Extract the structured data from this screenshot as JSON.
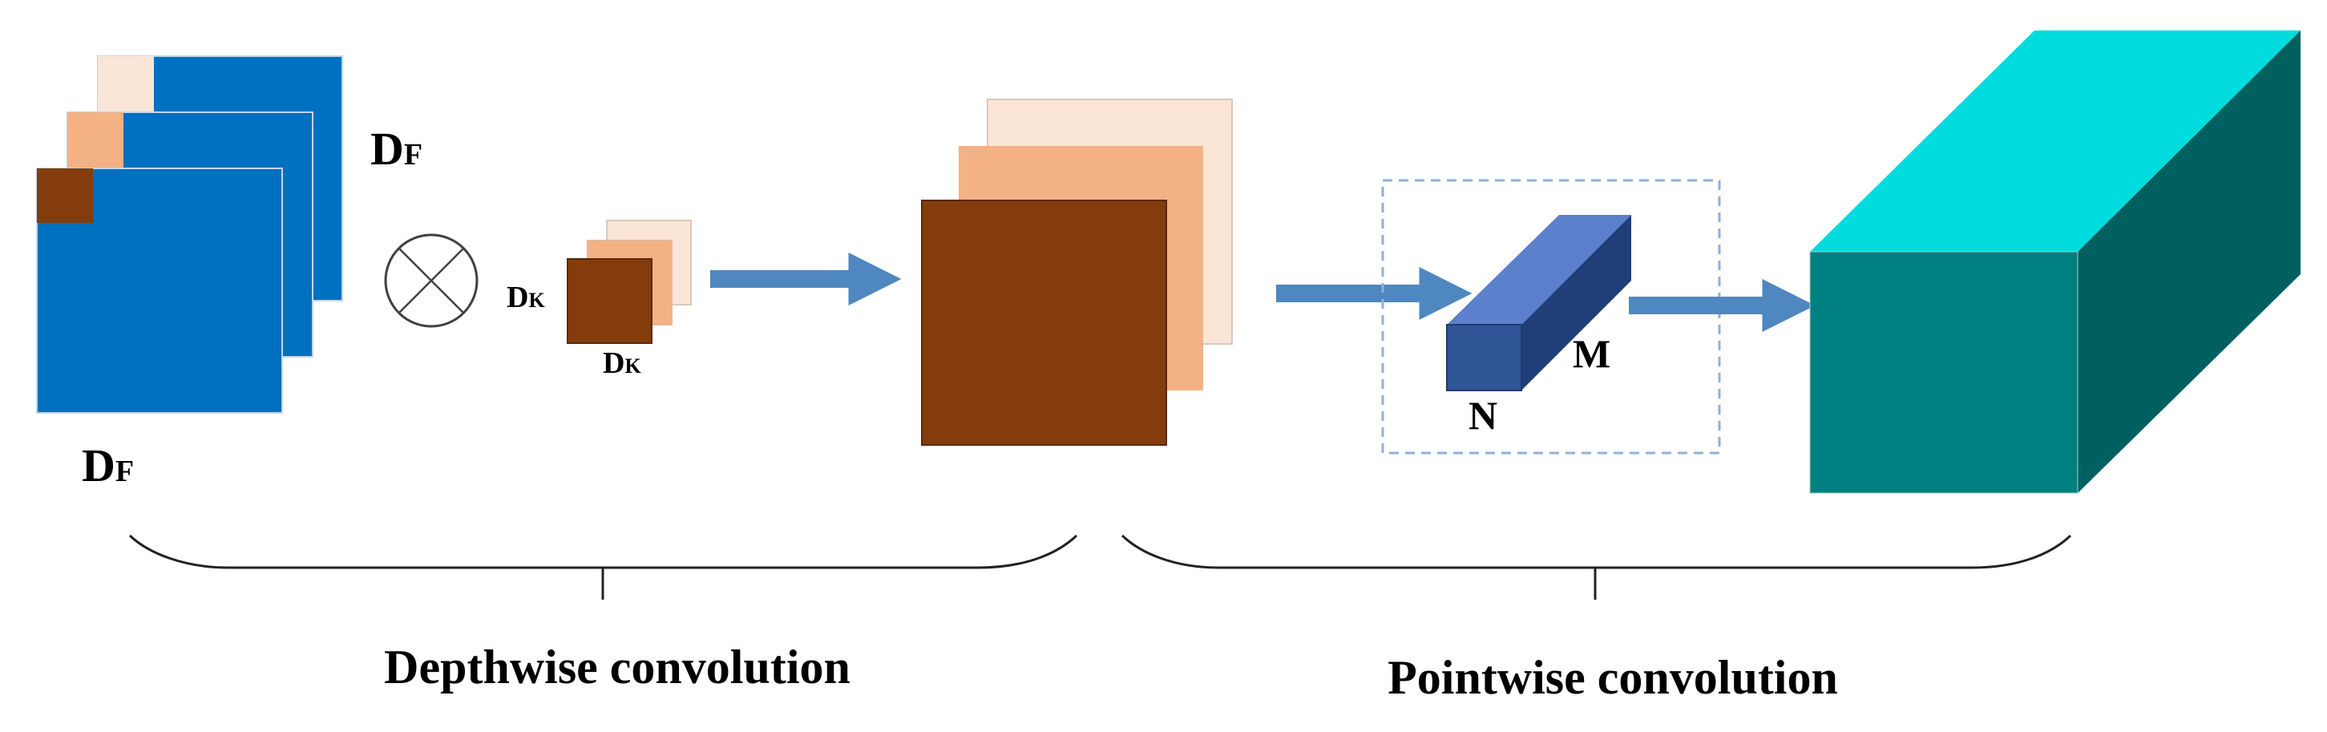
{
  "labels": {
    "input_size_side": "D",
    "input_size_side_sub": "F",
    "input_size_bottom": "D",
    "input_size_bottom_sub": "F",
    "kernel_size_left": "D",
    "kernel_size_left_sub": "K",
    "kernel_size_bottom": "D",
    "kernel_size_bottom_sub": "K",
    "pointwise_n": "N",
    "pointwise_m": "M"
  },
  "captions": {
    "depthwise": "Depthwise convolution",
    "pointwise": "Pointwise convolution"
  },
  "colors": {
    "input_blue": "#0070C0",
    "channel_light": "#FBE5D6",
    "channel_mid": "#F4B183",
    "channel_dark": "#843C0C",
    "arrow": "#4F87C0",
    "bar_front": "#2F5597",
    "bar_top": "#5B80CC",
    "bar_side": "#203F78",
    "out_front": "#008080",
    "out_top": "#00DCDE",
    "out_side": "#006060",
    "dashed": "#8FB0D8"
  },
  "icons": [
    "multiply-operator-icon"
  ]
}
